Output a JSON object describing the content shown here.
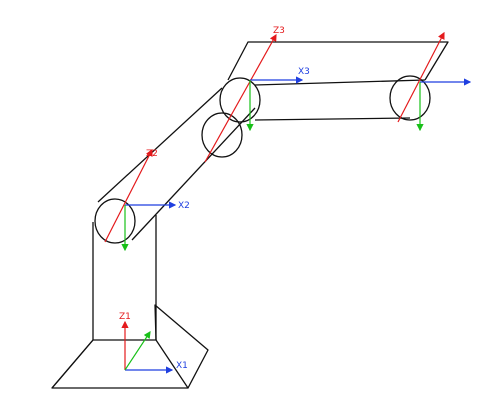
{
  "labels": {
    "z1": "Z1",
    "x1": "X1",
    "z2": "Z2",
    "x2": "X2",
    "z3": "Z3",
    "x3": "X3"
  },
  "colors": {
    "outline": "#111111",
    "z_axis": "#e41a1c",
    "x_axis": "#1f3fe0",
    "y_axis": "#18c018"
  }
}
